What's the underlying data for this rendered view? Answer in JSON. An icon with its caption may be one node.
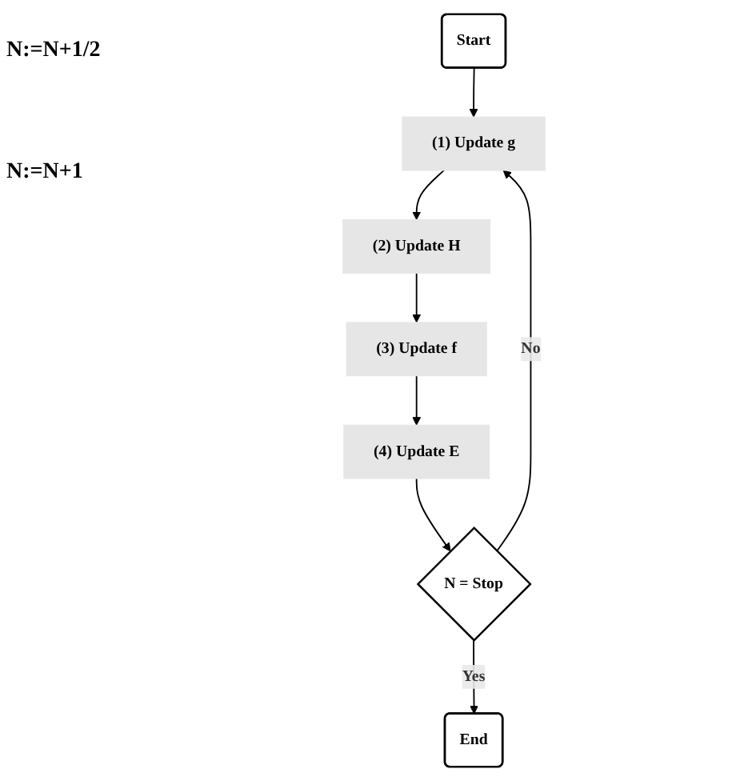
{
  "diagram": {
    "nodes": [
      {
        "text": [
          "Start"
        ]
      },
      {
        "text": [
          "(1) Update g"
        ]
      },
      {
        "text": [
          "(2) Update H"
        ]
      },
      {
        "text": [
          "(3) Update f"
        ]
      },
      {
        "text": [
          "(4) Update E"
        ]
      },
      {
        "text": [
          "N = Stop"
        ]
      },
      {
        "text": [
          "End"
        ]
      }
    ],
    "edges": [
      {
        "from": 0,
        "to": 1,
        "arrow": "to"
      },
      {
        "from": 1,
        "to": 2,
        "arrow": "to"
      },
      {
        "from": 2,
        "to": 3,
        "arrow": "to"
      },
      {
        "from": 3,
        "to": 4,
        "arrow": "to"
      },
      {
        "from": 4,
        "to": 5,
        "arrow": "to"
      },
      {
        "from": 5,
        "to": 6,
        "label": "Yes",
        "arrow": "to"
      },
      {
        "from": 5,
        "to": 1,
        "label": "No",
        "arrow": "to"
      }
    ],
    "labels": [
      "N:=N+1/2",
      "N:=N+1"
    ]
  }
}
